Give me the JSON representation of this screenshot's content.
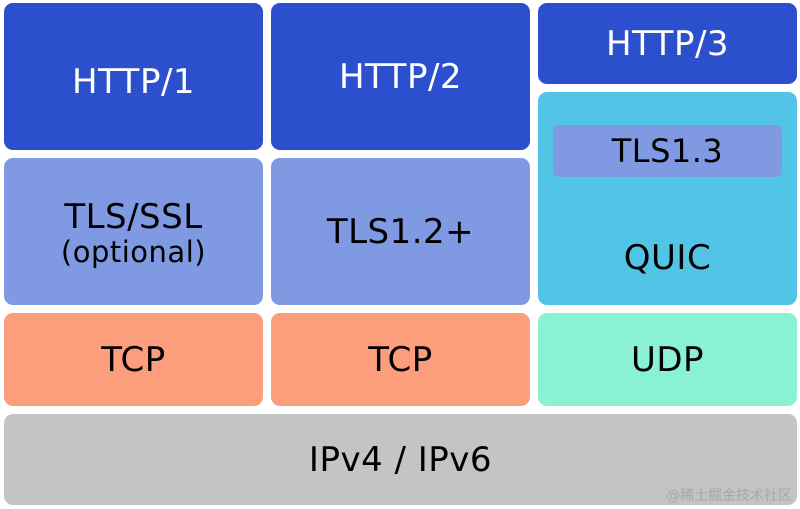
{
  "diagram": {
    "application_layer": [
      "HTTP/1",
      "HTTP/2",
      "HTTP/3"
    ],
    "security_layer": {
      "http1": {
        "label": "TLS/SSL",
        "sub": "(optional)"
      },
      "http2": {
        "label": "TLS1.2+"
      },
      "http3": {
        "inner": "TLS1.3",
        "outer": "QUIC"
      }
    },
    "transport_layer": [
      "TCP",
      "TCP",
      "UDP"
    ],
    "network_layer": "IPv4 / IPv6"
  },
  "watermark": "@稀土掘金技术社区",
  "colors": {
    "http": "#2b4fcd",
    "tls": "#7f9ae2",
    "quic": "#52c4e6",
    "tcp": "#fc9e7c",
    "udp": "#8af2d4",
    "ip": "#c4c4c4"
  }
}
